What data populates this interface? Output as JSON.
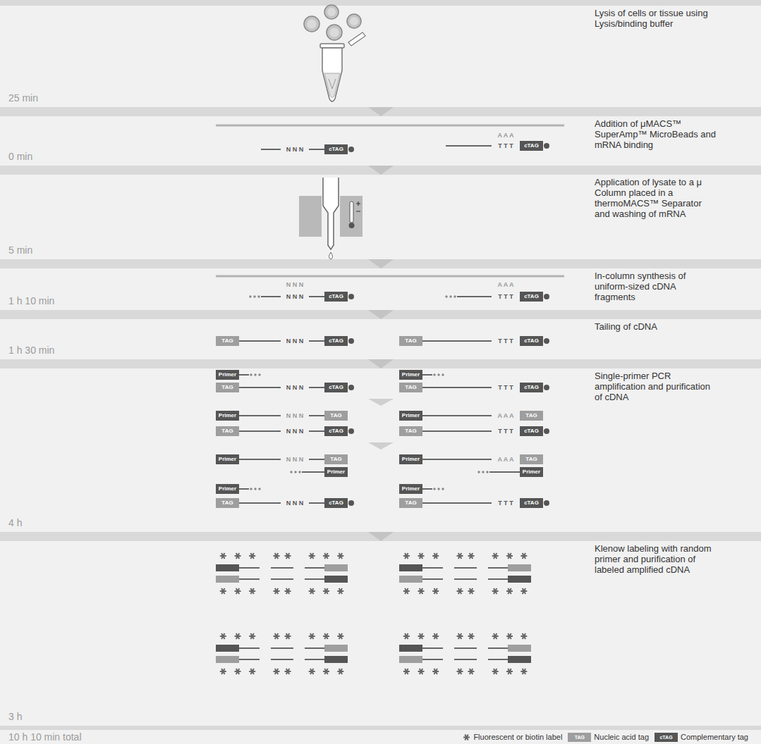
{
  "diagram": {
    "nodes": [
      {
        "text": [
          "25 min",
          "Lysis of cells or tissue using Lysis/binding buffer"
        ]
      },
      {
        "text": [
          "0 min",
          "Addition of μMACS™ SuperAmp™ MicroBeads and mRNA binding"
        ]
      },
      {
        "text": [
          "5 min",
          "Application of lysate to a μ Column placed in a thermoMACS™ Separator and washing of mRNA"
        ]
      },
      {
        "text": [
          "1 h 10 min",
          "In-column synthesis of uniform-sized cDNA fragments"
        ]
      },
      {
        "text": [
          "1 h 30 min",
          "Tailing of cDNA"
        ]
      },
      {
        "text": [
          "4 h",
          "Single-primer PCR amplification and purification of cDNA"
        ]
      },
      {
        "text": [
          "3 h",
          "Klenow labeling with random primer and purification of labeled amplified cDNA"
        ]
      }
    ],
    "edges": [
      {
        "from": 0,
        "to": 1,
        "arrow": "to"
      },
      {
        "from": 1,
        "to": 2,
        "arrow": "to"
      },
      {
        "from": 2,
        "to": 3,
        "arrow": "to"
      },
      {
        "from": 3,
        "to": 4,
        "arrow": "to"
      },
      {
        "from": 4,
        "to": 5,
        "arrow": "to"
      },
      {
        "from": 5,
        "to": 6,
        "arrow": "to"
      }
    ],
    "labels": [
      "N N N",
      "cTAG",
      "A A A",
      "T T T",
      "cTAG",
      "N N N",
      "N N N",
      "cTAG",
      "A A A",
      "T T T",
      "cTAG",
      "TAG",
      "N N N",
      "cTAG",
      "TAG",
      "T T T",
      "cTAG",
      "Primer",
      "TAG",
      "N N N",
      "cTAG",
      "Primer",
      "TAG",
      "T T T",
      "cTAG",
      "Primer",
      "N N N",
      "TAG",
      "TAG",
      "N N N",
      "cTAG",
      "Primer",
      "A A A",
      "TAG",
      "TAG",
      "T T T",
      "cTAG",
      "Primer",
      "N N N",
      "TAG",
      "Primer",
      "Primer",
      "TAG",
      "N N N",
      "cTAG",
      "Primer",
      "A A A",
      "TAG",
      "Primer",
      "Primer",
      "TAG",
      "T T T",
      "cTAG",
      "10 h 10 min total",
      "TAG",
      "cTAG"
    ],
    "legend": [
      {
        "text": "Fluorescent or biotin label"
      },
      {
        "text": "Nucleic acid tag",
        "color": "#9e9e9e"
      },
      {
        "text": "Complementary tag",
        "color": "#555555"
      }
    ]
  }
}
